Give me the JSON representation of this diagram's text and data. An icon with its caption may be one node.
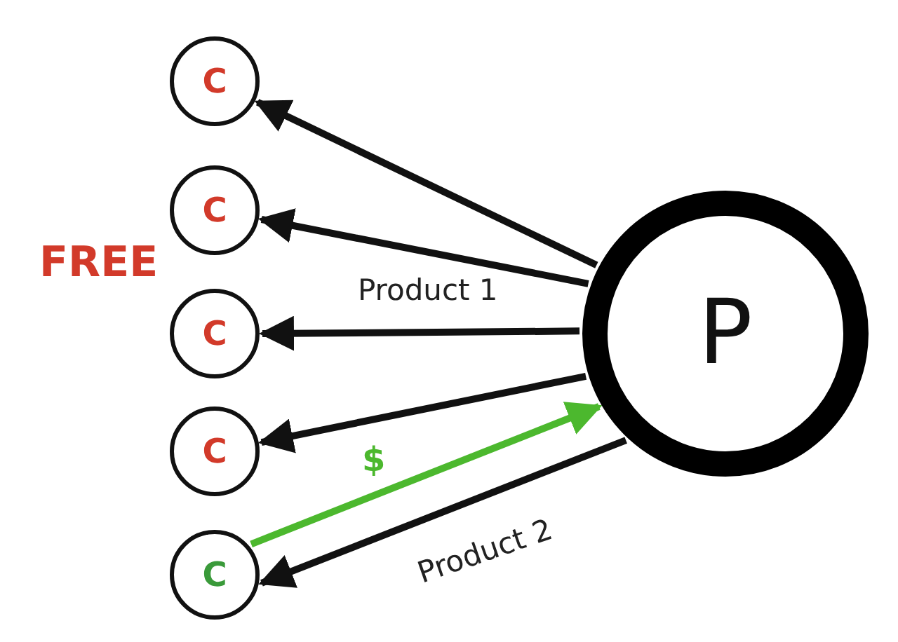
{
  "diagram": {
    "nodes": [
      {
        "text": [
          "C"
        ]
      },
      {
        "text": [
          "C"
        ]
      },
      {
        "text": [
          "C"
        ]
      },
      {
        "text": [
          "C"
        ]
      },
      {
        "text": [
          "C"
        ]
      },
      {
        "text": [
          "P"
        ]
      }
    ],
    "edges": [
      {
        "from": 5,
        "to": 0,
        "arrow": "to"
      },
      {
        "from": 5,
        "to": 1,
        "arrow": "to"
      },
      {
        "from": 5,
        "to": 2,
        "arrow": "to",
        "label": "Product 1"
      },
      {
        "from": 5,
        "to": 3,
        "arrow": "to"
      },
      {
        "from": 4,
        "to": 5,
        "arrow": "to",
        "label": "$",
        "color": "#4cb82e"
      },
      {
        "from": 5,
        "to": 4,
        "arrow": "to",
        "label": "Product 2"
      }
    ],
    "labels": [
      "FREE"
    ]
  }
}
